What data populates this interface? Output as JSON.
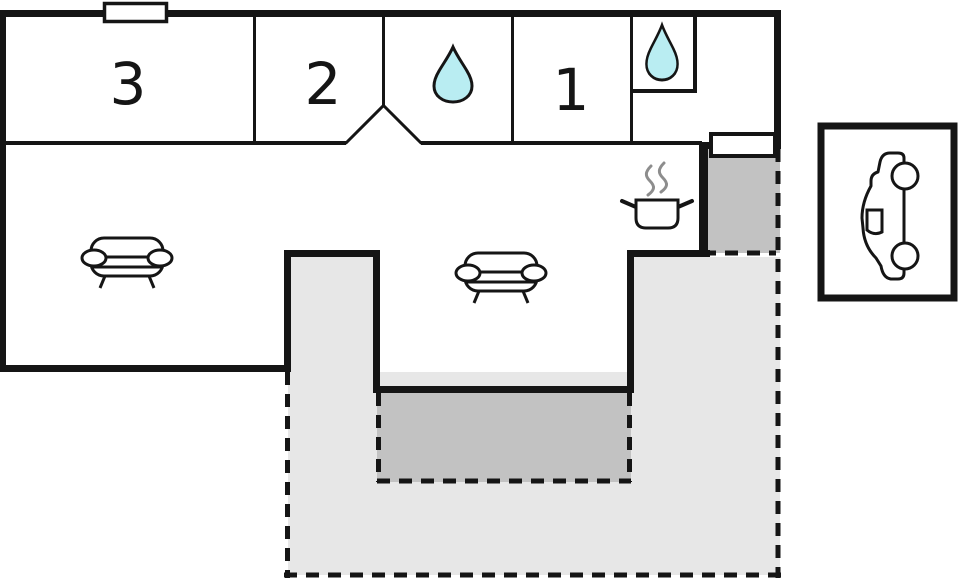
{
  "floor_plan": {
    "type": "floor-plan",
    "rooms": [
      {
        "key": "bedroom-3",
        "label": "3",
        "window": true
      },
      {
        "key": "bedroom-2",
        "label": "2"
      },
      {
        "key": "bathroom",
        "icon": "water-drop-icon"
      },
      {
        "key": "bedroom-1",
        "label": "1"
      },
      {
        "key": "wc",
        "icon": "water-drop-icon"
      },
      {
        "key": "living-room",
        "icons": [
          "sofa-icon",
          "sofa-icon"
        ]
      },
      {
        "key": "kitchen",
        "icons": [
          "cooking-pot-icon",
          "steam-icon"
        ]
      },
      {
        "key": "entrance-hall",
        "door": true
      }
    ],
    "outdoor_areas": [
      {
        "key": "entrance-porch",
        "fill": "#c2c2c2"
      },
      {
        "key": "terrace",
        "fill": "#e7e7e7"
      },
      {
        "key": "covered-patio",
        "fill": "#c2c2c2"
      },
      {
        "key": "carport",
        "icon": "car-icon"
      }
    ],
    "colors": {
      "wall": "#151515",
      "terrace_light": "#e7e7e7",
      "terrace_dark": "#c2c2c2",
      "water_drop": "#b9edf2",
      "steam": "#8d8d8d",
      "background": "#ffffff"
    }
  }
}
